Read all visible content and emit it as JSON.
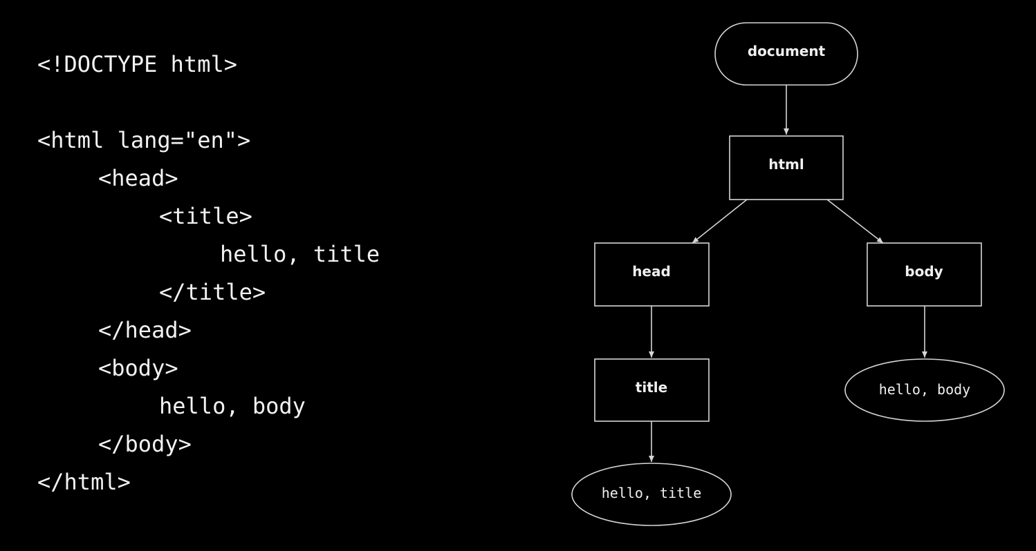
{
  "code": {
    "lines": [
      "<!DOCTYPE html>",
      "<html lang=\"en\">",
      "<head>",
      "<title>",
      "hello, title",
      "</title>",
      "</head>",
      "<body>",
      "hello, body",
      "</body>",
      "</html>"
    ]
  },
  "tree": {
    "nodes": {
      "document": "document",
      "html": "html",
      "head": "head",
      "body": "body",
      "title": "title",
      "text_title": "hello, title",
      "text_body": "hello, body"
    }
  }
}
